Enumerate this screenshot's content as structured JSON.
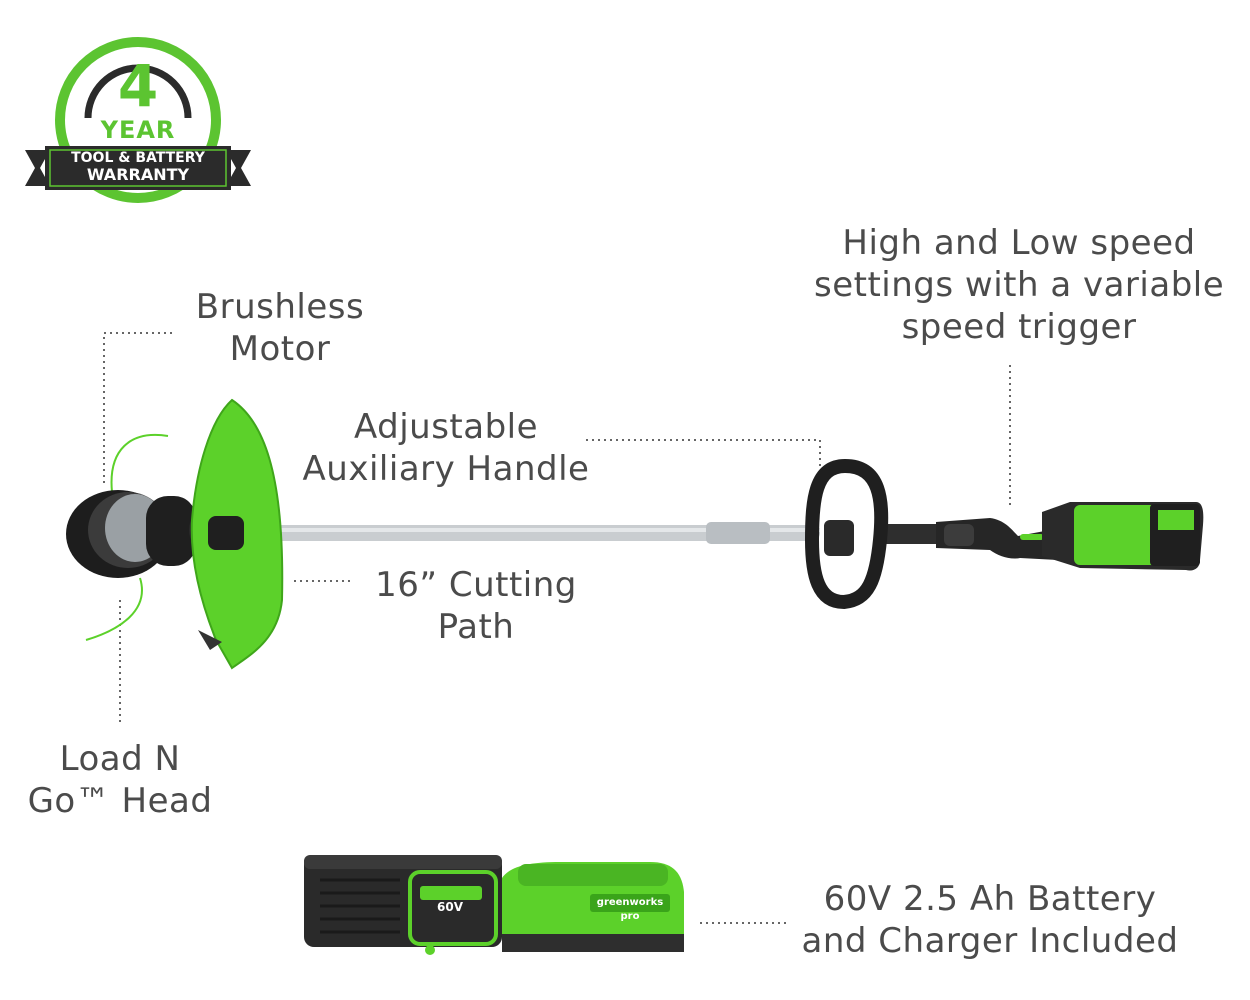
{
  "badge": {
    "number": "4",
    "year": "YEAR",
    "line1": "TOOL & BATTERY",
    "line2": "WARRANTY",
    "colors": {
      "green": "#5cc431",
      "dark": "#2b2b2b"
    }
  },
  "callouts": {
    "motor": [
      "Brushless",
      "Motor"
    ],
    "handle": [
      "Adjustable",
      "Auxiliary Handle"
    ],
    "cutting": [
      "16” Cutting",
      "Path"
    ],
    "head": [
      "Load N",
      "Go™ Head"
    ],
    "speed": [
      "High and Low speed",
      "settings with a variable",
      "speed trigger"
    ],
    "battery": [
      "60V 2.5 Ah Battery",
      "and Charger Included"
    ]
  },
  "product_marks": {
    "brand": "greenworks pro",
    "voltage": "60V"
  },
  "colors": {
    "accent": "#5cd12a",
    "text": "#4b4b4b",
    "tool_dark": "#232323",
    "shaft": "#c9cdd0"
  }
}
